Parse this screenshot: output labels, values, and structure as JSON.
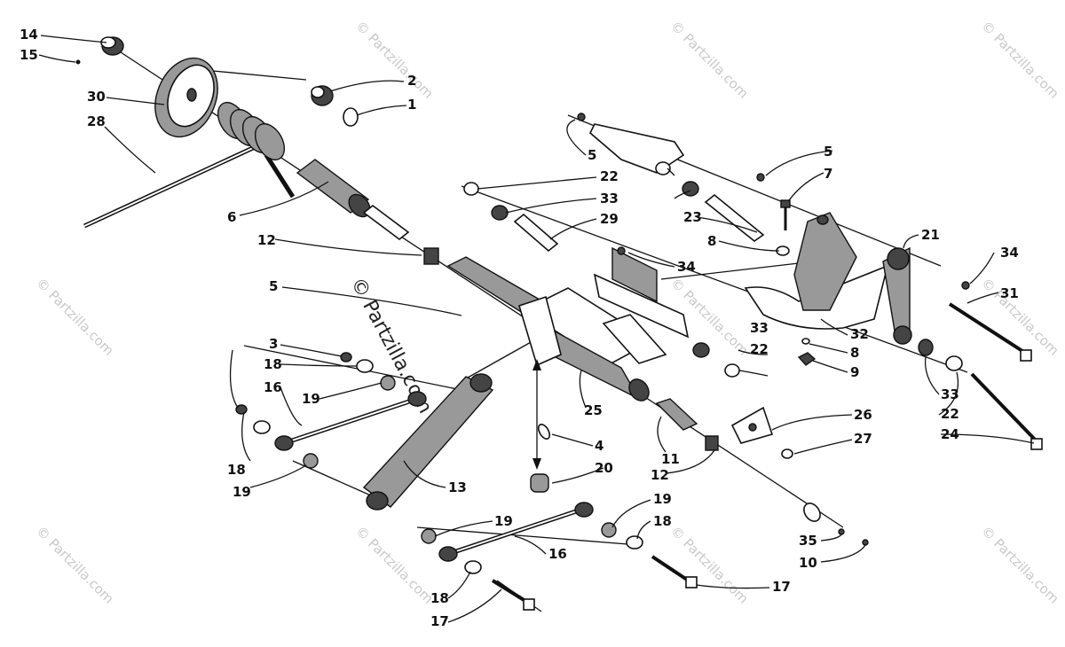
{
  "watermark": "© Partzilla.com",
  "callouts": [
    {
      "id": "c14a",
      "text": "14"
    },
    {
      "id": "c15a",
      "text": "15"
    },
    {
      "id": "c30a",
      "text": "30"
    },
    {
      "id": "c28a",
      "text": "28"
    },
    {
      "id": "c2a",
      "text": "2"
    },
    {
      "id": "c1a",
      "text": "1"
    },
    {
      "id": "c6a",
      "text": "6"
    },
    {
      "id": "c12a",
      "text": "12"
    },
    {
      "id": "c5a",
      "text": "5"
    },
    {
      "id": "c3a",
      "text": "3"
    },
    {
      "id": "c18a",
      "text": "18"
    },
    {
      "id": "c16a",
      "text": "16"
    },
    {
      "id": "c19a",
      "text": "19"
    },
    {
      "id": "c18b",
      "text": "18"
    },
    {
      "id": "c19b",
      "text": "19"
    },
    {
      "id": "c13a",
      "text": "13"
    },
    {
      "id": "c18c",
      "text": "18"
    },
    {
      "id": "c17a",
      "text": "17"
    },
    {
      "id": "c19c",
      "text": "19"
    },
    {
      "id": "c16b",
      "text": "16"
    },
    {
      "id": "c20a",
      "text": "20"
    },
    {
      "id": "c4a",
      "text": "4"
    },
    {
      "id": "c25a",
      "text": "25"
    },
    {
      "id": "c11a",
      "text": "11"
    },
    {
      "id": "c12b",
      "text": "12"
    },
    {
      "id": "c19d",
      "text": "19"
    },
    {
      "id": "c18d",
      "text": "18"
    },
    {
      "id": "c17b",
      "text": "17"
    },
    {
      "id": "c5b",
      "text": "5"
    },
    {
      "id": "c22a",
      "text": "22"
    },
    {
      "id": "c33a",
      "text": "33"
    },
    {
      "id": "c29a",
      "text": "29"
    },
    {
      "id": "c34a",
      "text": "34"
    },
    {
      "id": "c8a",
      "text": "8"
    },
    {
      "id": "c23a",
      "text": "23"
    },
    {
      "id": "c5c",
      "text": "5"
    },
    {
      "id": "c7a",
      "text": "7"
    },
    {
      "id": "c21a",
      "text": "21"
    },
    {
      "id": "c34b",
      "text": "34"
    },
    {
      "id": "c31a",
      "text": "31"
    },
    {
      "id": "c33b",
      "text": "33"
    },
    {
      "id": "c22b",
      "text": "22"
    },
    {
      "id": "c32a",
      "text": "32"
    },
    {
      "id": "c8b",
      "text": "8"
    },
    {
      "id": "c9a",
      "text": "9"
    },
    {
      "id": "c33c",
      "text": "33"
    },
    {
      "id": "c22c",
      "text": "22"
    },
    {
      "id": "c24a",
      "text": "24"
    },
    {
      "id": "c26a",
      "text": "26"
    },
    {
      "id": "c27a",
      "text": "27"
    },
    {
      "id": "c35a",
      "text": "35"
    },
    {
      "id": "c10a",
      "text": "10"
    }
  ]
}
